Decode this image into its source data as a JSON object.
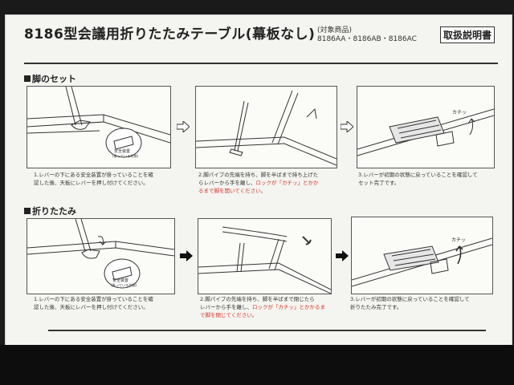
{
  "title": "8186型会議用折りたたみテーブル(幕板なし)",
  "products": {
    "label": "(対象商品)",
    "list": "8186AA・8186AB・8186AC"
  },
  "manual_badge": "取扱説明書",
  "sections": [
    {
      "title": "脚のセット",
      "steps": [
        {
          "caption_a": "1.レバーの下にある安全装置が掛っていることを確",
          "caption_b": "認した後、天板にレバーを押し付けてください。",
          "callout_a": "安全装置",
          "callout_b": "(掛っている状態)"
        },
        {
          "caption_a": "2.脚パイプの先端を持ち、脚を半ばまで持ち上げた",
          "caption_b": "らレバーから手を離し、",
          "caption_red_a": "ロックが「カチッ」とかか",
          "caption_red_b": "るまで脚を開いてください。"
        },
        {
          "caption_a": "3.レバーが初期の状態に戻っていることを確認して",
          "caption_b": "セット完了です。",
          "click_label": "カチッ"
        }
      ]
    },
    {
      "title": "折りたたみ",
      "steps": [
        {
          "caption_a": "1.レバーの下にある安全装置が掛っていることを確",
          "caption_b": "認した後、天板にレバーを押し付けてください。",
          "callout_a": "安全装置",
          "callout_b": "(掛っている状態)"
        },
        {
          "caption_a": "2.脚パイプの先端を持ち、脚を半ばまで閉じたら",
          "caption_b": "レバーから手を離し、",
          "caption_red_a": "ロックが「カチッ」とかかるま",
          "caption_red_b": "で脚を閉じてください。"
        },
        {
          "caption_a": "3.レバーが初期の状態に戻っていることを確認して",
          "caption_b": "折りたたみ完了です。",
          "click_label": "カチッ"
        }
      ]
    }
  ]
}
